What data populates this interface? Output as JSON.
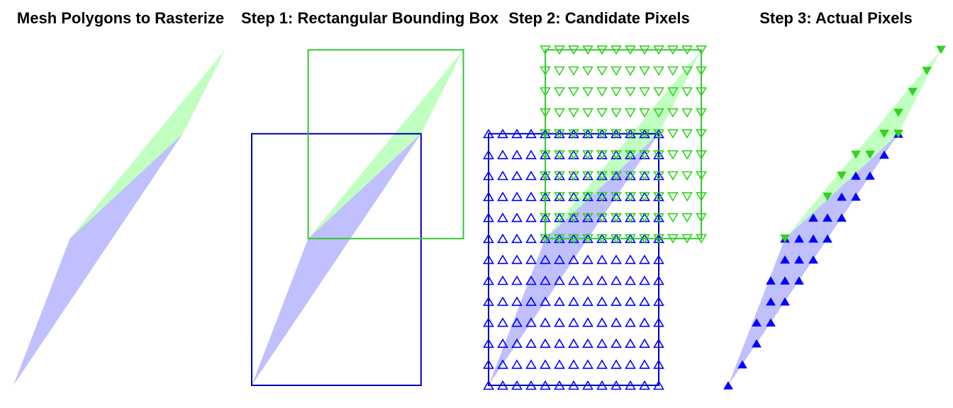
{
  "panels": [
    {
      "title": "Mesh Polygons to Rasterize"
    },
    {
      "title": "Step 1: Rectangular Bounding Box"
    },
    {
      "title": "Step 2: Candidate Pixels"
    },
    {
      "title": "Step 3: Actual Pixels"
    }
  ],
  "colors": {
    "blue_fill": "#c0c0ff",
    "green_fill": "#c0ffc0",
    "blue_marker": "#0000ff",
    "blue_box": "#0000b4",
    "green_marker": "#32d21e",
    "green_box": "#32c832"
  },
  "chart_data": {
    "type": "scatter",
    "triangles": [
      {
        "name": "blue",
        "vertices": [
          [
            0,
            0
          ],
          [
            4,
            7
          ],
          [
            12,
            12
          ]
        ]
      },
      {
        "name": "green",
        "vertices": [
          [
            4,
            7
          ],
          [
            12,
            12
          ],
          [
            15,
            16
          ]
        ]
      }
    ],
    "bounding_boxes": [
      {
        "name": "blue",
        "x": [
          0,
          12
        ],
        "y": [
          0,
          12
        ]
      },
      {
        "name": "green",
        "x": [
          4,
          15
        ],
        "y": [
          7,
          16
        ]
      }
    ],
    "pixel_grid_step": 1,
    "markers": {
      "blue": "triangle-up",
      "green": "triangle-down"
    }
  }
}
